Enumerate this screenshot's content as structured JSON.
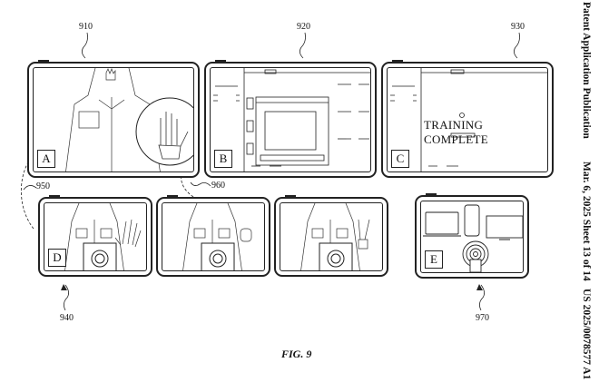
{
  "header": {
    "publication": "Patent Application Publication",
    "date_sheet": "Mar. 6, 2025  Sheet 13 of 14",
    "number": "US 2025/0078577 A1"
  },
  "figure_label": "FIG. 9",
  "refs": {
    "r910": "910",
    "r920": "920",
    "r930": "930",
    "r940": "940",
    "r950": "950",
    "r960": "960",
    "r970": "970"
  },
  "panels": {
    "a": {
      "label": "A",
      "content": "person waving with hand magnified in circle"
    },
    "b": {
      "label": "B",
      "content": "app window with gesture list and video preview"
    },
    "c": {
      "label": "C",
      "content": "TRAINING COMPLETE screen",
      "text": "TRAINING COMPLETE"
    },
    "d": {
      "label": "D",
      "content": "person showing open hand gesture with target overlay"
    },
    "d2": {
      "content": "person showing fist gesture"
    },
    "d3": {
      "content": "person showing peace gesture"
    },
    "e": {
      "label": "E",
      "content": "laptop, phone, monitor and broadcast icon"
    }
  }
}
